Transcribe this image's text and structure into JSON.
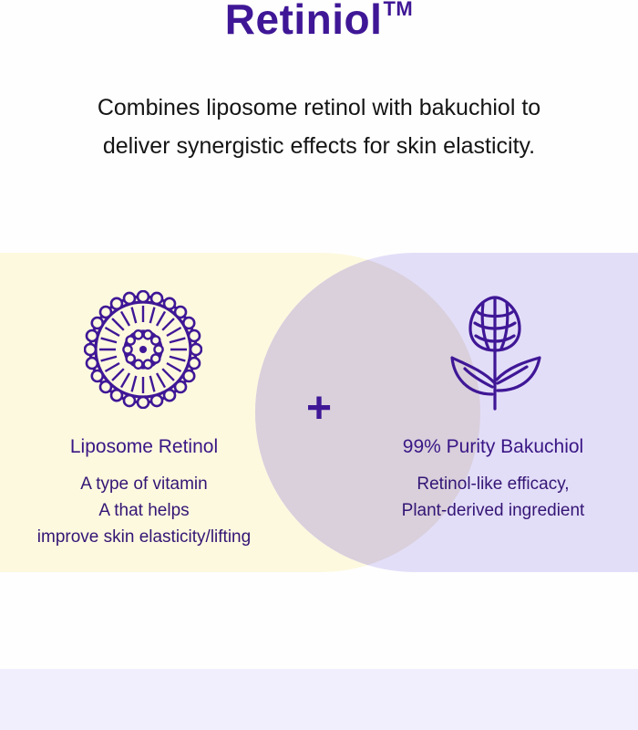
{
  "header": {
    "title": "Retiniol",
    "trademark": "TM",
    "subtitle_line1": "Combines liposome retinol with bakuchiol to",
    "subtitle_line2": "deliver synergistic effects for skin elasticity."
  },
  "features": {
    "left": {
      "icon": "liposome-icon",
      "name": "Liposome Retinol",
      "desc_line1": "A type of vitamin",
      "desc_line2": "A that helps",
      "desc_line3": "improve skin elasticity/lifting"
    },
    "right": {
      "icon": "flower-icon",
      "name": "99% Purity Bakuchiol",
      "desc_line1": "Retinol-like efficacy,",
      "desc_line2": "Plant-derived ingredient"
    },
    "combine_symbol": "+"
  },
  "colors": {
    "brand_purple": "#3f1796",
    "left_circle": "#fdf9df",
    "right_circle": "#e3def8",
    "overlap": "#d9d0dc",
    "bottom_band": "#f1effd"
  }
}
